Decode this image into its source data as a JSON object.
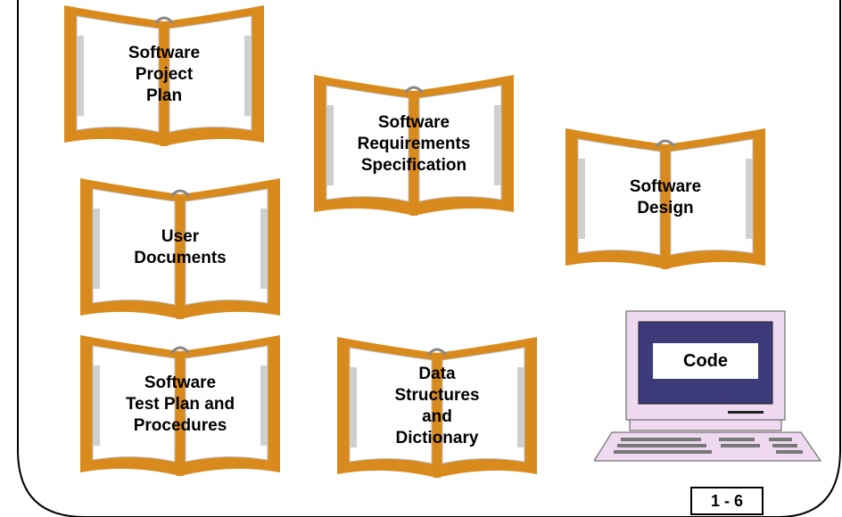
{
  "documents": [
    {
      "label": "Software\nProject\nPlan"
    },
    {
      "label": "Software\nRequirements\nSpecification"
    },
    {
      "label": "Software\nDesign"
    },
    {
      "label": "User\nDocuments"
    },
    {
      "label": "Software\nTest Plan and\nProcedures"
    },
    {
      "label": "Data\nStructures\nand\nDictionary"
    }
  ],
  "code": {
    "label": "Code"
  },
  "slide": {
    "number": "1 - 6"
  },
  "colors": {
    "book_cover": "#d98a1c",
    "page": "#ffffff",
    "screen": "#3c3a78",
    "monitor": "#eed9f0"
  }
}
